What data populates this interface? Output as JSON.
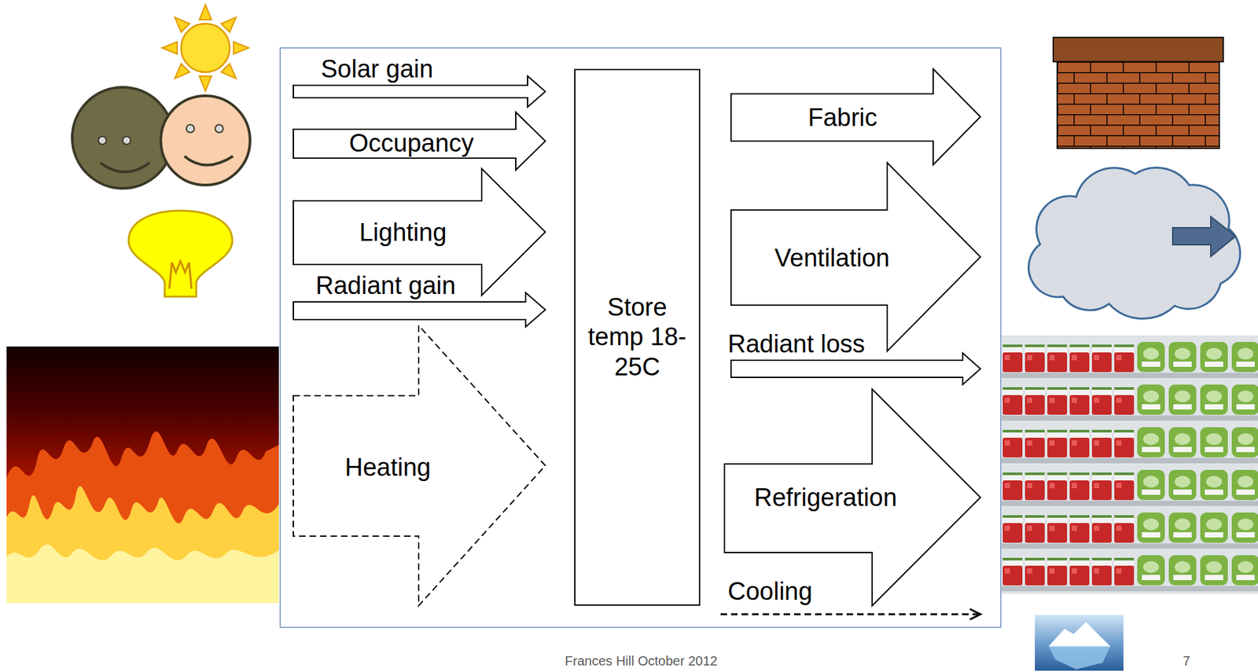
{
  "diagram": {
    "nodes": [
      {
        "text": [
          "Solar gain"
        ]
      },
      {
        "text": [
          "Occupancy"
        ]
      },
      {
        "text": [
          "Lighting"
        ]
      },
      {
        "text": [
          "Radiant gain"
        ]
      },
      {
        "text": [
          "Heating"
        ]
      },
      {
        "text": [
          "Store temp 18-25C"
        ]
      },
      {
        "text": [
          "Fabric"
        ]
      },
      {
        "text": [
          "Ventilation"
        ]
      },
      {
        "text": [
          "Radiant loss"
        ]
      },
      {
        "text": [
          "Refrigeration"
        ]
      }
    ],
    "labels": [
      "Cooling",
      "Frances Hill October 2012",
      "7"
    ]
  }
}
